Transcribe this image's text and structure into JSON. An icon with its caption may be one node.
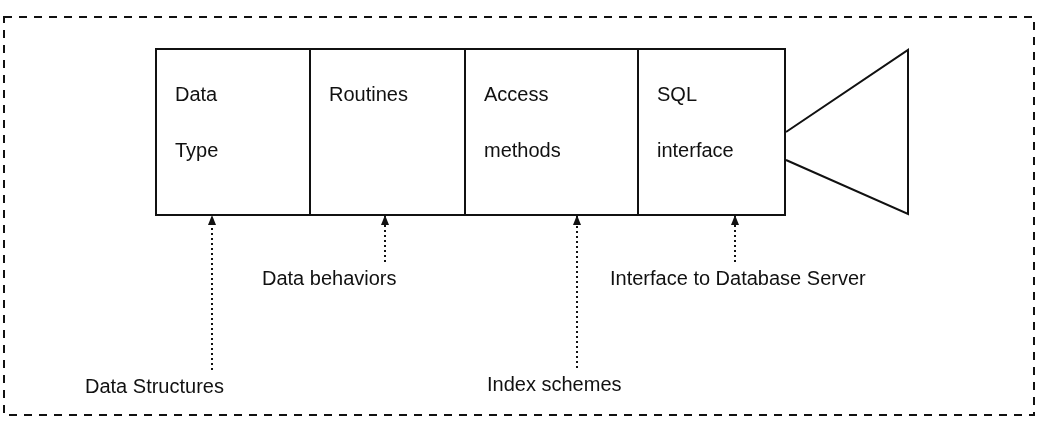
{
  "diagram": {
    "nodes": [
      {
        "text": [
          "Data Type"
        ]
      },
      {
        "text": [
          "Routines"
        ]
      },
      {
        "text": [
          "Access methods"
        ]
      },
      {
        "text": [
          "SQL interface"
        ]
      },
      {
        "text": [
          "Data Structures"
        ]
      },
      {
        "text": [
          "Data behaviors"
        ]
      },
      {
        "text": [
          "Index schemes"
        ]
      },
      {
        "text": [
          "Interface to Database Server"
        ]
      }
    ],
    "edges": [
      {
        "from": 4,
        "to": 0,
        "arrow": "to",
        "style": "dashed"
      },
      {
        "from": 5,
        "to": 1,
        "arrow": "to",
        "style": "dashed"
      },
      {
        "from": 6,
        "to": 2,
        "arrow": "to",
        "style": "dashed"
      },
      {
        "from": 7,
        "to": 3,
        "arrow": "to",
        "style": "dashed"
      }
    ]
  }
}
